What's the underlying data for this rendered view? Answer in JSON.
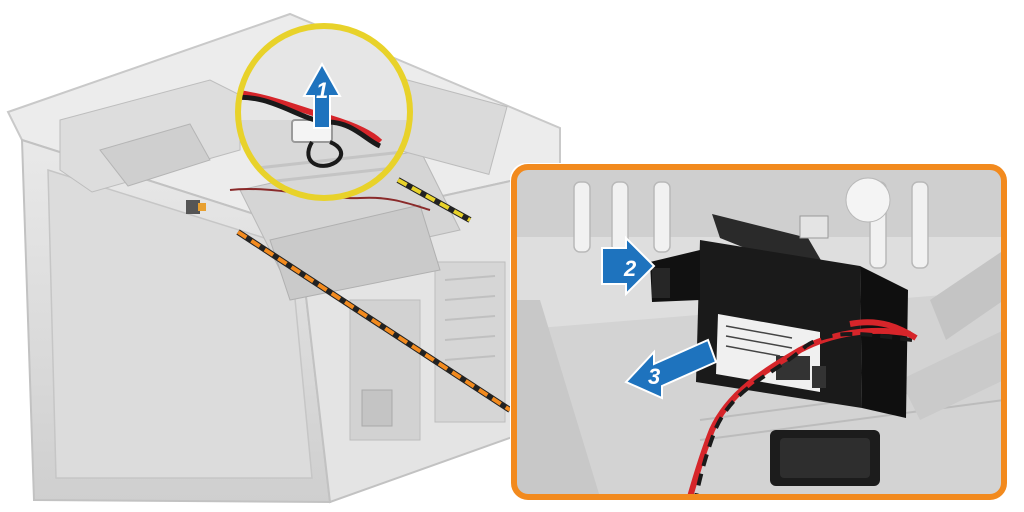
{
  "steps": [
    {
      "label": "1",
      "icon": "arrow-up-icon"
    },
    {
      "label": "2",
      "icon": "arrow-right-icon"
    },
    {
      "label": "3",
      "icon": "arrow-left-icon"
    }
  ],
  "colors": {
    "callout_ring": "#e8d22a",
    "inset_frame": "#f28a1e",
    "leader_dash": "#f28a1e",
    "arrow_blue": "#1e73be",
    "cable_red": "#d6252a",
    "chassis_gray": "#d9d9d9",
    "speaker_body": "#1a1a1a"
  }
}
